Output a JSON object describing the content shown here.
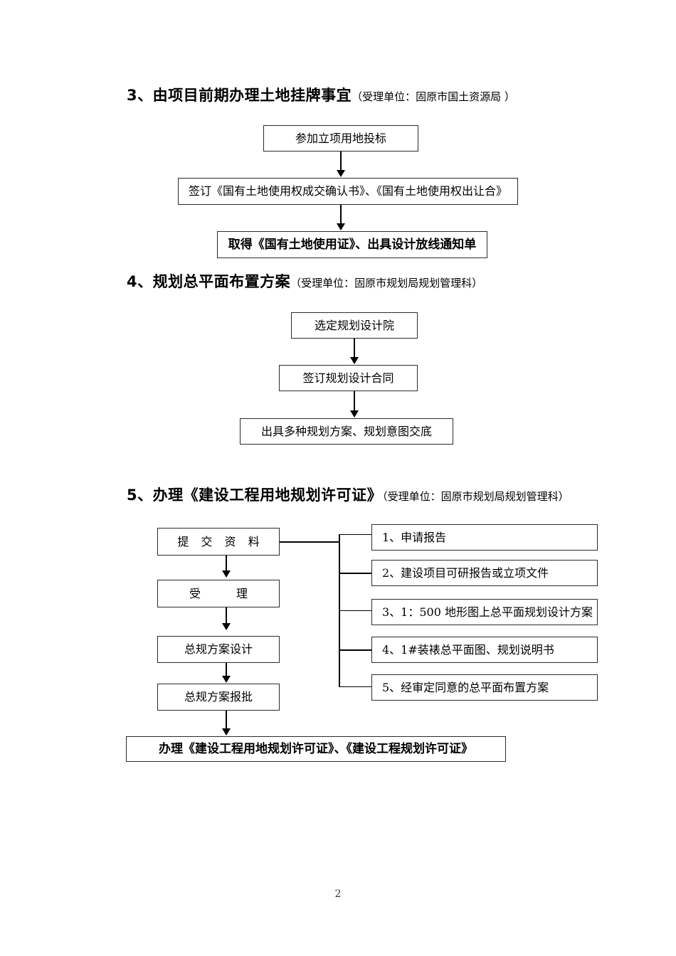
{
  "document": {
    "page_number": "2",
    "sections": [
      {
        "id": "section-3",
        "heading_main": "3、由项目前期办理土地挂牌事宜",
        "heading_sub": "（受理单位：固原市国土资源局  ）",
        "boxes": [
          {
            "label": "参加立项用地投标"
          },
          {
            "label": "签订《国有土地使用权成交确认书》、《国有土地使用权出让合》"
          },
          {
            "label": "取得《国有土地使用证》、出具设计放线通知单"
          }
        ]
      },
      {
        "id": "section-4",
        "heading_main": "4、规划总平面布置方案",
        "heading_sub": "（受理单位：固原市规划局规划管理科）",
        "boxes": [
          {
            "label": "选定规划设计院"
          },
          {
            "label": "签订规划设计合同"
          },
          {
            "label": "出具多种规划方案、规划意图交底"
          }
        ]
      },
      {
        "id": "section-5",
        "heading_main": "5、办理《建设工程用地规划许可证》",
        "heading_sub": "（受理单位：固原市规划局规划管理科）",
        "flow_boxes": [
          {
            "label": "提 交 资 料"
          },
          {
            "label": "受　　理"
          },
          {
            "label": "总规方案设计"
          },
          {
            "label": "总规方案报批"
          }
        ],
        "requirement_boxes": [
          {
            "label": "1、申请报告"
          },
          {
            "label": "2、建设项目可研报告或立项文件"
          },
          {
            "label": "3、1：500 地形图上总平面规划设计方案"
          },
          {
            "label": "4、1#装裱总平面图、规划说明书"
          },
          {
            "label": "5、经审定同意的总平面布置方案"
          }
        ],
        "result_box": {
          "label": "办理《建设工程用地规划许可证》、《建设工程规划许可证》"
        }
      }
    ]
  }
}
